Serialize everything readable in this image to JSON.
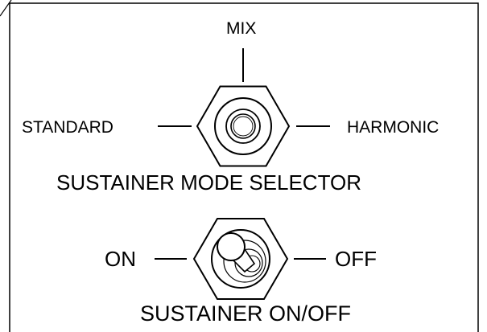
{
  "selector": {
    "position_top": "MIX",
    "position_left": "STANDARD",
    "position_right": "HARMONIC",
    "title": "SUSTAINER MODE SELECTOR"
  },
  "power_switch": {
    "label_on": "ON",
    "label_off": "OFF",
    "title": "SUSTAINER ON/OFF"
  },
  "colors": {
    "ink": "#000000",
    "background": "#ffffff"
  }
}
